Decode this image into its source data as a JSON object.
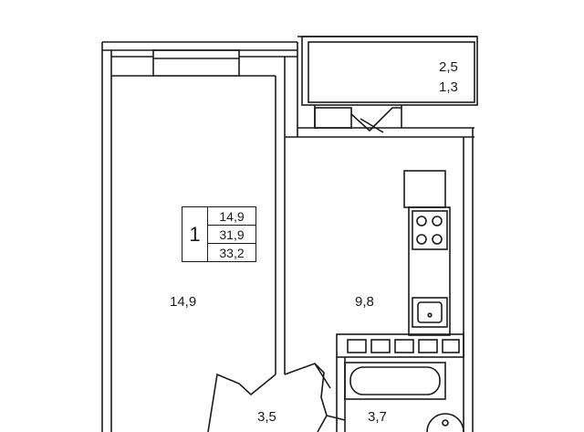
{
  "plan": {
    "summary": {
      "rooms": "1",
      "living_area": "14,9",
      "total_area": "31,9",
      "total_with_balcony": "33,2"
    },
    "rooms": [
      {
        "id": "living-room",
        "area": "14,9"
      },
      {
        "id": "kitchen",
        "area": "9,8"
      },
      {
        "id": "hallway",
        "area": "3,5"
      },
      {
        "id": "bathroom",
        "area": "3,7"
      }
    ],
    "balcony": {
      "area": "2,5",
      "reduced_area": "1,3"
    },
    "line_color": "#1a1a1a"
  }
}
